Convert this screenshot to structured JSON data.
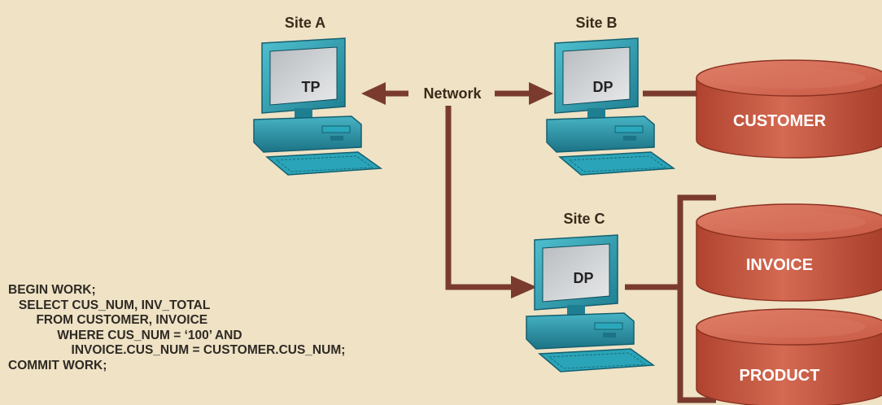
{
  "sites": {
    "a": {
      "label": "Site A",
      "processor": "TP"
    },
    "b": {
      "label": "Site B",
      "processor": "DP"
    },
    "c": {
      "label": "Site C",
      "processor": "DP"
    }
  },
  "network": {
    "label": "Network"
  },
  "databases": {
    "customer": "CUSTOMER",
    "invoice": "INVOICE",
    "product": "PRODUCT"
  },
  "sql": {
    "lines": [
      "BEGIN WORK;",
      "   SELECT CUS_NUM, INV_TOTAL",
      "        FROM CUSTOMER, INVOICE",
      "              WHERE CUS_NUM = ‘100’ AND",
      "                  INVOICE.CUS_NUM = CUSTOMER.CUS_NUM;",
      "COMMIT WORK;"
    ]
  },
  "colors": {
    "background": "#efe2c5",
    "connector": "#7a3b2e",
    "database": "#c8553f",
    "computer": "#2e97a8"
  }
}
